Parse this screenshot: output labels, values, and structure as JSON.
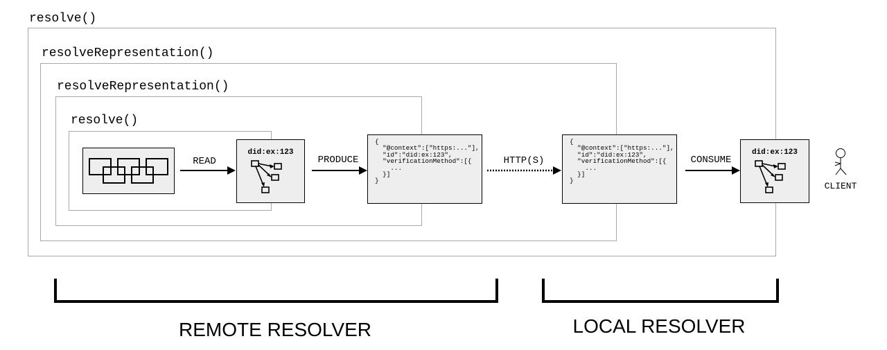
{
  "frames": {
    "outer_resolve": "resolve()",
    "outer_representation": "resolveRepresentation()",
    "inner_representation": "resolveRepresentation()",
    "inner_resolve": "resolve()"
  },
  "did": {
    "remote_label": "did:ex:123",
    "local_label": "did:ex:123"
  },
  "documents": {
    "remote_json": "{\n  \"@context\":[\"https:...\"],\n  \"id\":\"did:ex:123\",\n  \"verificationMethod\":[{\n    ...\n  }]\n}",
    "local_json": "{\n  \"@context\":[\"https:...\"],\n  \"id\":\"did:ex:123\",\n  \"verificationMethod\":[{\n    ...\n  }]\n}"
  },
  "arrows": {
    "read": "READ",
    "produce": "PRODUCE",
    "transport": "HTTP(S)",
    "consume": "CONSUME"
  },
  "client": {
    "label": "CLIENT"
  },
  "regions": {
    "remote": "REMOTE RESOLVER",
    "local": "LOCAL RESOLVER"
  },
  "colors": {
    "box_fill": "#eeeeee",
    "frame_border": "#a8a8a8",
    "stroke": "#000000"
  }
}
